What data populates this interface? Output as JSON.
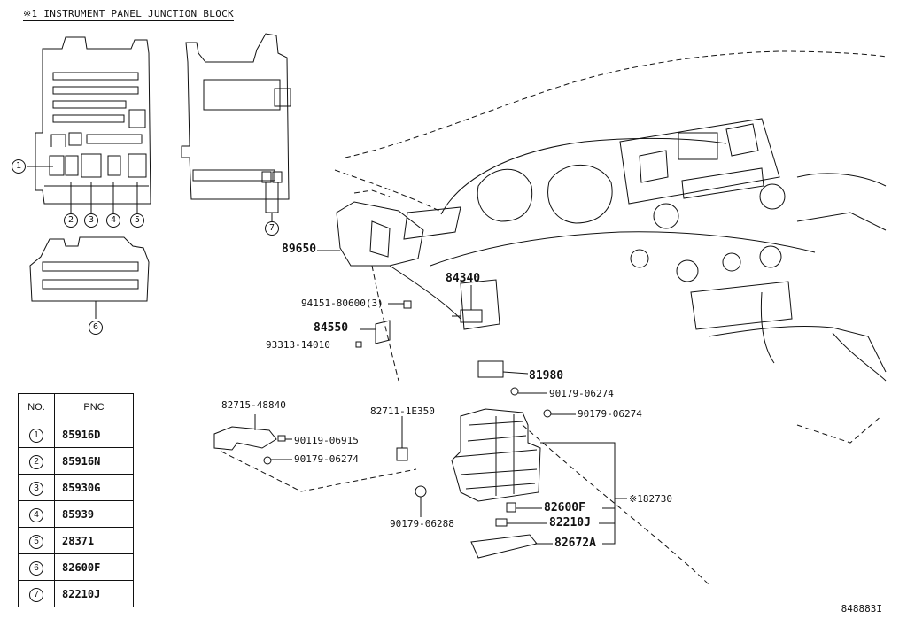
{
  "header": {
    "title": "※1 INSTRUMENT PANEL JUNCTION BLOCK"
  },
  "callouts": [
    {
      "id": "c-89650",
      "text": "89650",
      "big": true
    },
    {
      "id": "c-84340",
      "text": "84340",
      "big": true
    },
    {
      "id": "c-94151",
      "text": "94151-80600(3)",
      "big": false
    },
    {
      "id": "c-84550",
      "text": "84550",
      "big": true
    },
    {
      "id": "c-93313",
      "text": "93313-14010",
      "big": false
    },
    {
      "id": "c-81980",
      "text": "81980",
      "big": true
    },
    {
      "id": "c-90179a",
      "text": "90179-06274",
      "big": false
    },
    {
      "id": "c-82715",
      "text": "82715-48840",
      "big": false
    },
    {
      "id": "c-82711",
      "text": "82711-1E350",
      "big": false
    },
    {
      "id": "c-90179b",
      "text": "90179-06274",
      "big": false
    },
    {
      "id": "c-90119",
      "text": "90119-06915",
      "big": false
    },
    {
      "id": "c-90179c",
      "text": "90179-06274",
      "big": false
    },
    {
      "id": "c-82730",
      "text": "※182730",
      "big": false
    },
    {
      "id": "c-82600F",
      "text": "82600F",
      "big": true
    },
    {
      "id": "c-82210J",
      "text": "82210J",
      "big": true
    },
    {
      "id": "c-90179d",
      "text": "90179-06288",
      "big": false
    },
    {
      "id": "c-82672A",
      "text": "82672A",
      "big": true
    }
  ],
  "circle_markers": [
    "1",
    "2",
    "3",
    "4",
    "5",
    "6",
    "7"
  ],
  "pnc_table": {
    "headers": [
      "NO.",
      "PNC"
    ],
    "rows": [
      {
        "no": "1",
        "pnc": "85916D"
      },
      {
        "no": "2",
        "pnc": "85916N"
      },
      {
        "no": "3",
        "pnc": "85930G"
      },
      {
        "no": "4",
        "pnc": "85939"
      },
      {
        "no": "5",
        "pnc": "28371"
      },
      {
        "no": "6",
        "pnc": "82600F"
      },
      {
        "no": "7",
        "pnc": "82210J"
      }
    ]
  },
  "footer": {
    "diagram_number": "848883I"
  }
}
